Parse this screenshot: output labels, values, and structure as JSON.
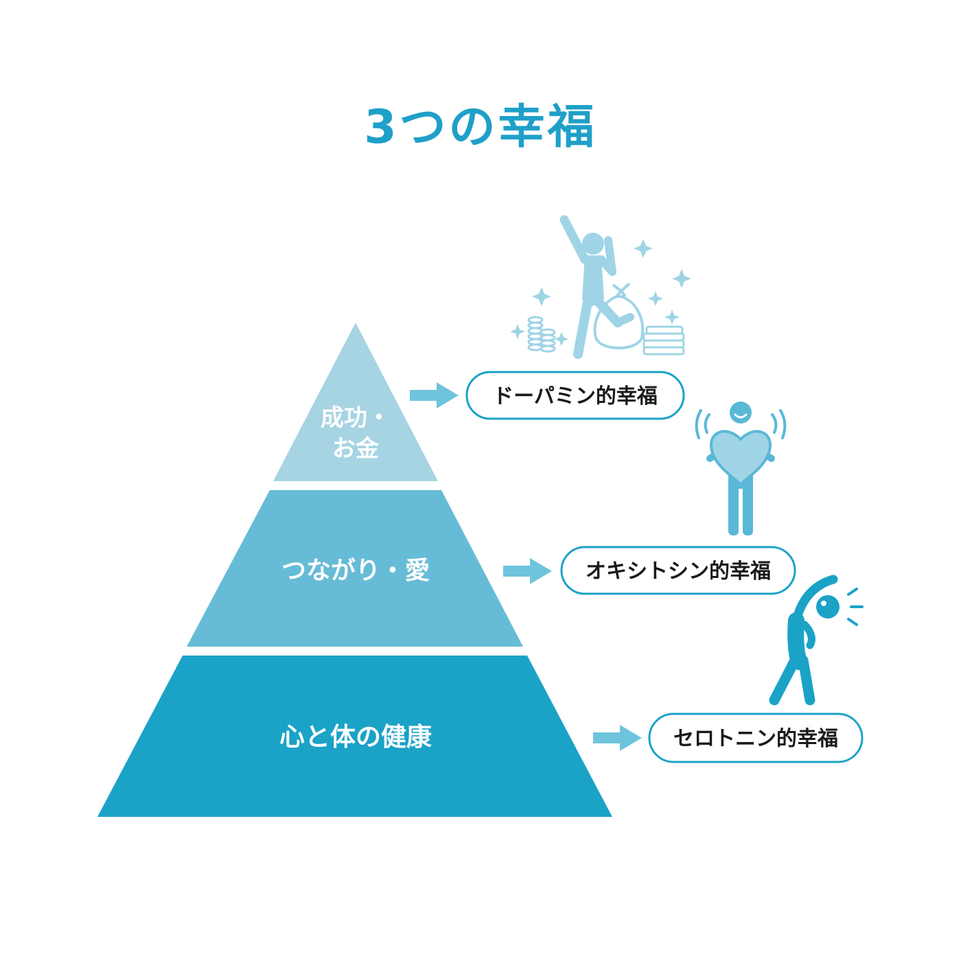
{
  "title": "3つの幸福",
  "colors": {
    "title": "#1fa0c8",
    "tier_top": "#a6d4e2",
    "tier_middle": "#66bcd6",
    "tier_bottom": "#1ba2c7",
    "arrow": "#6ec4dc",
    "label_border": "#1ba2c7",
    "icon_light": "#9fd4e6",
    "icon_mid": "#5ab8d6",
    "icon_dark": "#1ba2c7"
  },
  "pyramid": {
    "tiers": [
      {
        "id": "top",
        "lines": [
          "成功・",
          "お金"
        ]
      },
      {
        "id": "middle",
        "lines": [
          "つながり・愛"
        ]
      },
      {
        "id": "bottom",
        "lines": [
          "心と体の健康"
        ]
      }
    ]
  },
  "labels": [
    {
      "id": "dopamine",
      "text": "ドーパミン的幸福",
      "icon": "celebrating-person-with-money-icon"
    },
    {
      "id": "oxytocin",
      "text": "オキシトシン的幸福",
      "icon": "person-holding-heart-icon"
    },
    {
      "id": "serotonin",
      "text": "セロトニン的幸福",
      "icon": "person-stretching-icon"
    }
  ]
}
